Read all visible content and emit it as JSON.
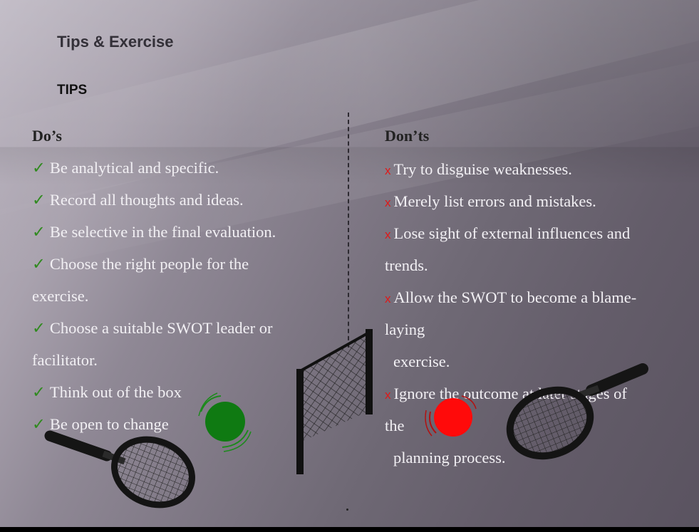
{
  "slide": {
    "title": "Tips & Exercise",
    "subtitle": "TIPS"
  },
  "dos": {
    "heading": "Do’s",
    "marker": "✓",
    "lines": [
      "Be analytical and specific.",
      "Record all thoughts and ideas.",
      "Be selective in the final evaluation.",
      "Choose the right people for the",
      "exercise.",
      "Choose a suitable SWOT leader or",
      "facilitator.",
      "Think out of the box",
      "Be open to change"
    ]
  },
  "donts": {
    "heading": "Don’ts",
    "marker": "x",
    "lines": [
      "Try to disguise weaknesses.",
      "Merely list errors and mistakes.",
      "Lose sight of external influences and",
      "trends.",
      "Allow the SWOT to become a blame-",
      "laying",
      "exercise.",
      "Ignore the outcome at later stages of",
      "the",
      "planning process."
    ]
  },
  "colors": {
    "check": "#2f8a1e",
    "cross": "#e01818",
    "green_ball": "#0f7a12",
    "red_ball": "#ff0a0a"
  },
  "icons": [
    "tennis-racket-icon",
    "tennis-ball-icon",
    "tennis-net-icon"
  ]
}
